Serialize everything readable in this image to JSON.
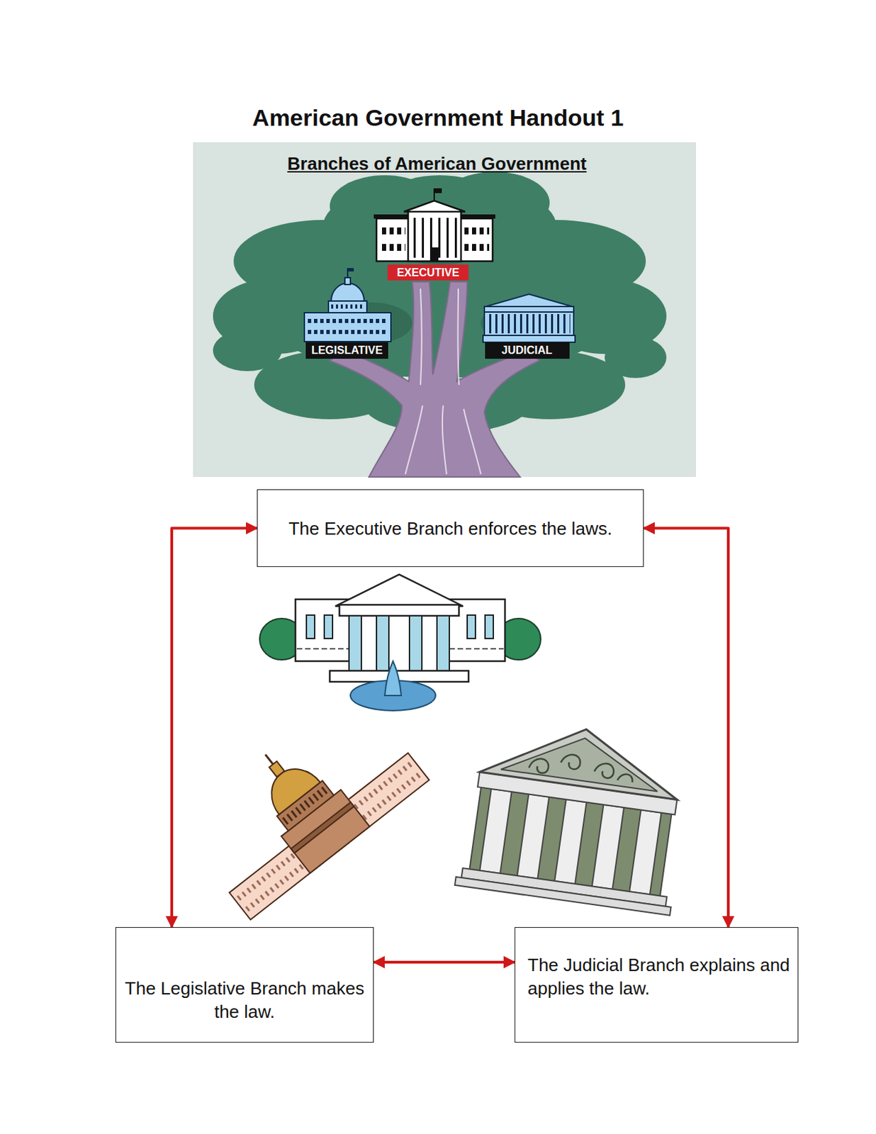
{
  "diagram": {
    "title": "American Government Handout 1",
    "nodes": [
      {
        "text": [
          "Branches of American Government"
        ]
      },
      {
        "text": [
          "EXECUTIVE"
        ],
        "in": 0
      },
      {
        "text": [
          "LEGISLATIVE"
        ],
        "in": 0
      },
      {
        "text": [
          "JUDICIAL"
        ],
        "in": 0
      },
      {
        "text": [
          "The Executive Branch enforces the laws."
        ]
      },
      {
        "text": [
          "The Legislative Branch makes the law."
        ]
      },
      {
        "text": [
          "The Judicial Branch explains and applies the law."
        ]
      }
    ],
    "edges": [
      {
        "from": 4,
        "to": 5,
        "arrow": "both"
      },
      {
        "from": 4,
        "to": 6,
        "arrow": "both"
      },
      {
        "from": 5,
        "to": 6,
        "arrow": "both"
      }
    ]
  }
}
